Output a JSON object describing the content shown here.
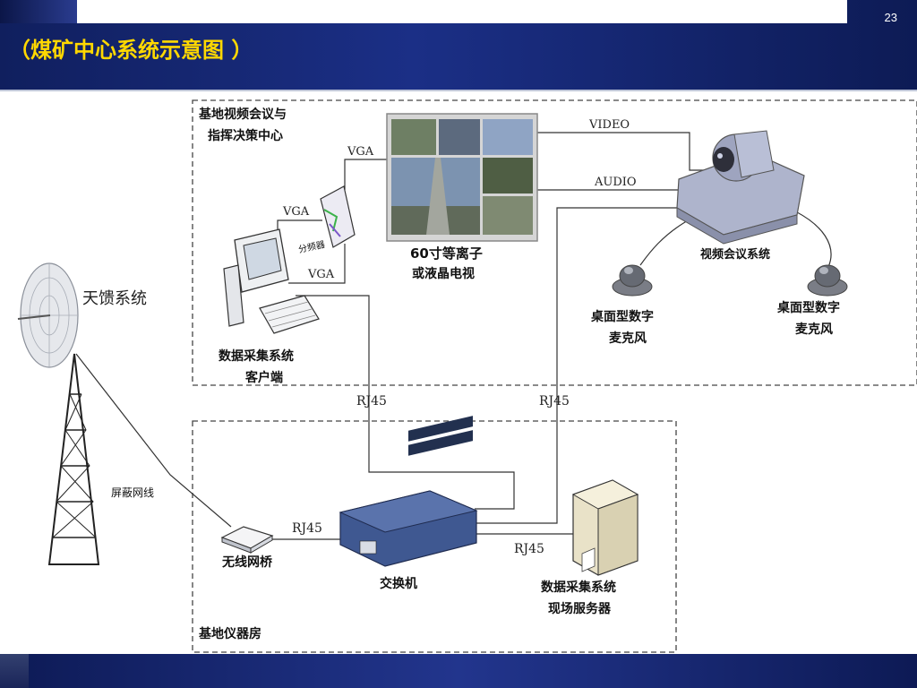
{
  "slide": {
    "title": "（煤矿中心系统示意图 ）",
    "page_number": "23"
  },
  "zones": {
    "top_zone_line1": "基地视频会议与",
    "top_zone_line2": "指挥决策中心",
    "bottom_zone": "基地仪器房"
  },
  "nodes": {
    "antenna": "天馈系统",
    "cable": "屏蔽网线",
    "wireless_bridge": "无线网桥",
    "switch": "交换机",
    "client_line1": "数据采集系统",
    "client_line2": "客户端",
    "splitter": "分频器",
    "tv_line1": "60寸等离子",
    "tv_line2": "或液晶电视",
    "video_conf": "视频会议系统",
    "mic_line1": "桌面型数字",
    "mic_line2": "麦克风",
    "server_line1": "数据采集系统",
    "server_line2": "现场服务器"
  },
  "links": {
    "vga_top": "VGA",
    "vga_mid": "VGA",
    "vga_bottom": "VGA",
    "video": "VIDEO",
    "audio": "AUDIO",
    "rj45_left": "RJ45",
    "rj45_right": "RJ45",
    "rj45_bridge": "RJ45",
    "rj45_server": "RJ45"
  }
}
